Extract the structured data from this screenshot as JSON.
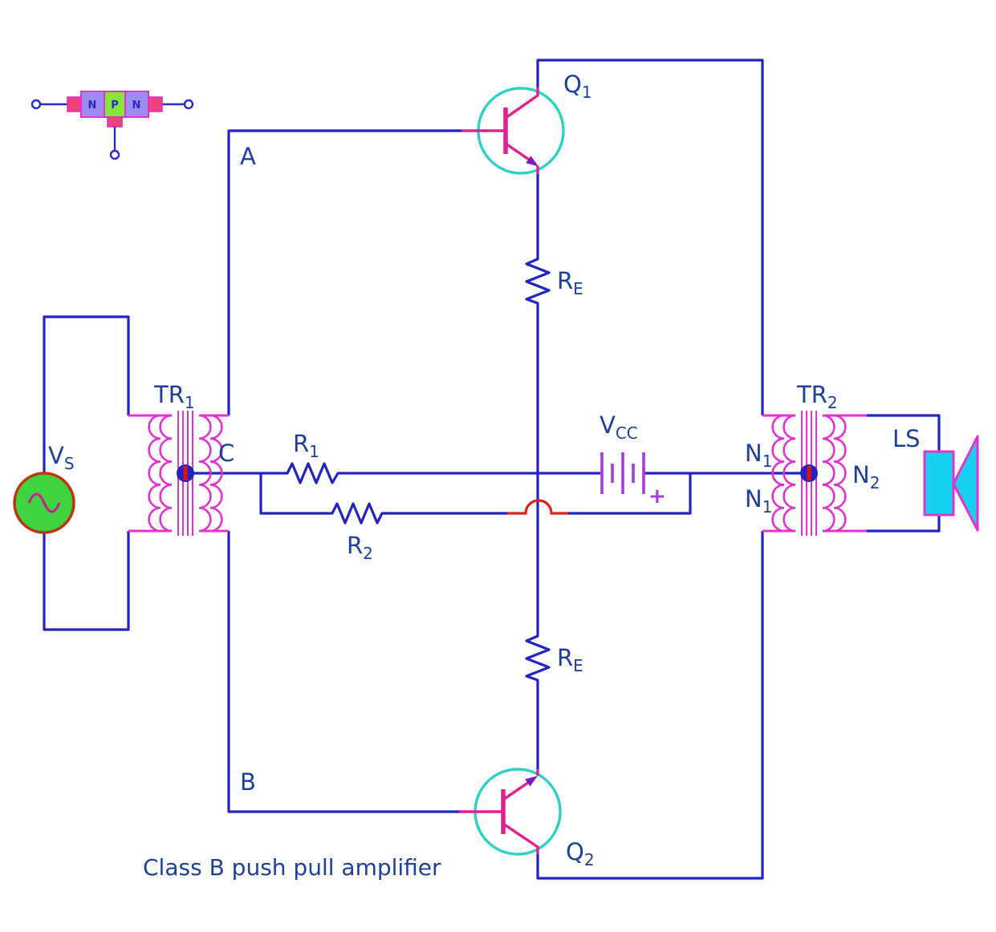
{
  "title": "Class B push pull amplifier",
  "npn_block": {
    "left": "N",
    "middle": "P",
    "right": "N"
  },
  "nodes": {
    "a": "A",
    "b": "B",
    "c": "C"
  },
  "source": {
    "label": "V",
    "sub": "S"
  },
  "supply": {
    "label": "V",
    "sub": "CC",
    "polarity": "+"
  },
  "transistors": {
    "q1": {
      "label": "Q",
      "sub": "1"
    },
    "q2": {
      "label": "Q",
      "sub": "2"
    }
  },
  "resistors": {
    "re_top": {
      "label": "R",
      "sub": "E"
    },
    "re_bottom": {
      "label": "R",
      "sub": "E"
    },
    "r1": {
      "label": "R",
      "sub": "1"
    },
    "r2": {
      "label": "R",
      "sub": "2"
    }
  },
  "input_transformer": {
    "label": "TR",
    "sub": "1"
  },
  "output_transformer": {
    "label": "TR",
    "sub": "2",
    "primary_top": {
      "label": "N",
      "sub": "1"
    },
    "primary_bottom": {
      "label": "N",
      "sub": "1"
    },
    "secondary": {
      "label": "N",
      "sub": "2"
    }
  },
  "speaker": {
    "label": "LS"
  },
  "colors": {
    "wire": "#2323c3",
    "label": "#1d3f9e",
    "magenta": "#e431d1",
    "transistor_pink": "#e0218f",
    "battery_violet": "#a83ad6",
    "teal": "#2bd3c6",
    "source_green": "#3fd43f",
    "source_border": "#c23410",
    "speaker_cyan": "#17d0ee",
    "hop_red": "#e02020",
    "violet_box": "#9b8cf0",
    "green_box": "#86e63c",
    "cap_pink": "#f0417c",
    "arrow_purple": "#7d1bbf"
  }
}
